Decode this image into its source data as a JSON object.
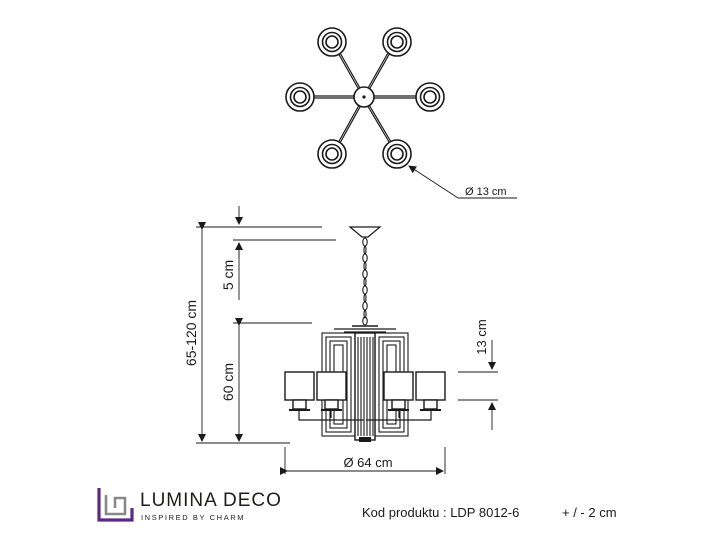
{
  "diagram": {
    "dim_top_diameter": "Ø 13 cm",
    "dim_total_height": "65-120 cm",
    "dim_canopy": "5 cm",
    "dim_body_height": "60 cm",
    "dim_shade_height": "13 cm",
    "dim_width": "Ø 64 cm"
  },
  "footer": {
    "brand_name": "LUMINA DECO",
    "brand_tagline": "INSPIRED BY CHARM",
    "product_code_label": "Kod produktu :",
    "product_code_value": "LDP 8012-6",
    "tolerance": "+ / - 2 cm"
  },
  "colors": {
    "line": "#1a1a1a",
    "logo_purple": "#5b2a86",
    "logo_gray": "#8a8a8a"
  }
}
